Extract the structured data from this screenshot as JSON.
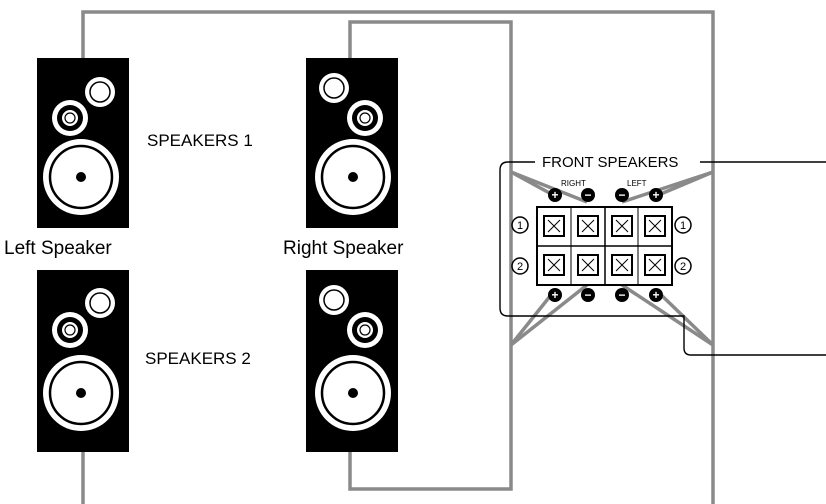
{
  "labels": {
    "speakers_1": "SPEAKERS 1",
    "speakers_2": "SPEAKERS 2",
    "left_speaker": "Left Speaker",
    "right_speaker": "Right Speaker",
    "front_speakers": "FRONT SPEAKERS",
    "right": "RIGHT",
    "left": "LEFT"
  },
  "terminal_panel": {
    "row_numbers": [
      "1",
      "2"
    ],
    "top_polarity": [
      "+",
      "−",
      "−",
      "+"
    ],
    "bottom_polarity": [
      "+",
      "−",
      "−",
      "+"
    ]
  },
  "colors": {
    "wire": "#8a8a8a",
    "speaker_body": "#000000"
  }
}
